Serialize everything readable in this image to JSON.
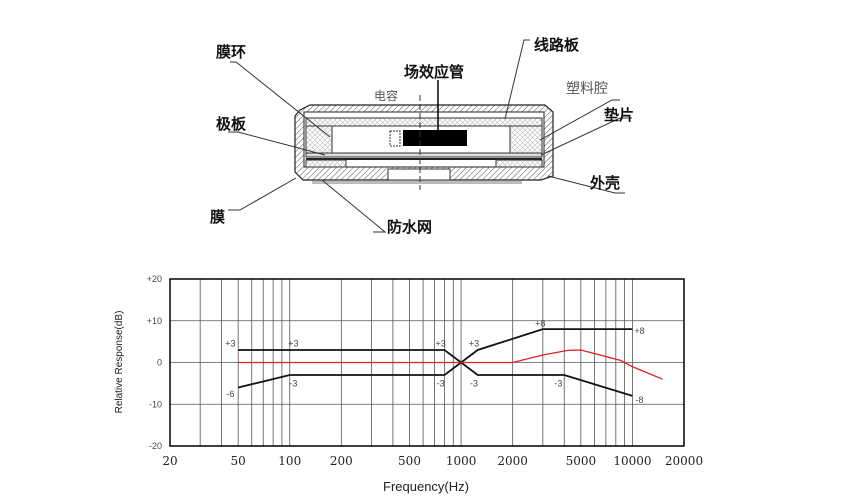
{
  "diagram": {
    "labels": {
      "membrane_ring": "膜环",
      "fet": "场效应管",
      "circuit_board": "线路板",
      "plastic_cavity": "塑料腔",
      "capacitor": "电容",
      "backplate": "极板",
      "spacer": "垫片",
      "housing": "外壳",
      "membrane": "膜",
      "waterproof_mesh": "防水网"
    }
  },
  "chart_data": {
    "type": "line",
    "xlabel": "Frequency(Hz)",
    "ylabel": "Relative Response(dB)",
    "xscale": "log",
    "xlim": [
      20,
      20000
    ],
    "ylim": [
      -20,
      20
    ],
    "x_ticks": [
      "20",
      "50",
      "100",
      "200",
      "500",
      "1000",
      "2000",
      "5000",
      "10000",
      "20000"
    ],
    "x_tick_values": [
      20,
      50,
      100,
      200,
      500,
      1000,
      2000,
      5000,
      10000,
      20000
    ],
    "y_ticks": [
      "+20",
      "+10",
      "0",
      "-10",
      "-20"
    ],
    "y_tick_values": [
      20,
      10,
      0,
      -10,
      -20
    ],
    "grid": true,
    "series": [
      {
        "name": "upper-limit",
        "color": "#111111",
        "points": [
          [
            50,
            3
          ],
          [
            800,
            3
          ],
          [
            1000,
            0
          ],
          [
            1250,
            3
          ],
          [
            3000,
            8
          ],
          [
            10000,
            8
          ]
        ]
      },
      {
        "name": "lower-limit",
        "color": "#111111",
        "points": [
          [
            50,
            -6
          ],
          [
            100,
            -3
          ],
          [
            800,
            -3
          ],
          [
            1000,
            0
          ],
          [
            1250,
            -3
          ],
          [
            4000,
            -3
          ],
          [
            10000,
            -8
          ]
        ]
      },
      {
        "name": "typical-response",
        "color": "#e02020",
        "points": [
          [
            50,
            0
          ],
          [
            2000,
            0
          ],
          [
            3000,
            1.8
          ],
          [
            4200,
            2.9
          ],
          [
            5000,
            3
          ],
          [
            8500,
            0.5
          ],
          [
            10000,
            -1
          ],
          [
            15000,
            -4
          ]
        ]
      }
    ],
    "annotations": [
      {
        "text": "+3",
        "x": 45,
        "y": 4.5
      },
      {
        "text": "+3",
        "x": 105,
        "y": 4.5
      },
      {
        "text": "+3",
        "x": 760,
        "y": 4.5
      },
      {
        "text": "+3",
        "x": 1190,
        "y": 4.5
      },
      {
        "text": "+8",
        "x": 2900,
        "y": 9.3
      },
      {
        "text": "+8",
        "x": 11000,
        "y": 7.5
      },
      {
        "text": "-6",
        "x": 45,
        "y": -7.5
      },
      {
        "text": "-3",
        "x": 105,
        "y": -5
      },
      {
        "text": "-3",
        "x": 760,
        "y": -5
      },
      {
        "text": "-3",
        "x": 1190,
        "y": -5
      },
      {
        "text": "-3",
        "x": 3700,
        "y": -5
      },
      {
        "text": "-8",
        "x": 11000,
        "y": -9
      }
    ]
  }
}
